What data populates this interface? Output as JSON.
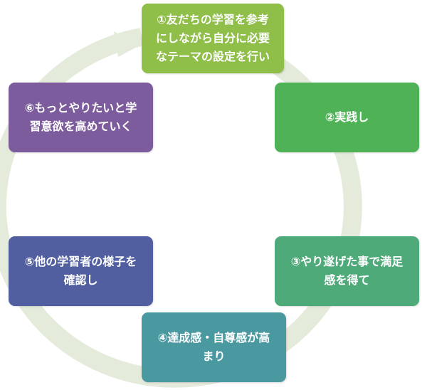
{
  "colors": {
    "ring": "#e4ebdb",
    "step1": "#8fbe49",
    "step2": "#4fb257",
    "step3": "#4faa7a",
    "step4": "#4a98a0",
    "step5": "#515fa0",
    "step6": "#7c5c9c"
  },
  "cycle": {
    "steps": [
      {
        "line1": "①友だちの学習を参考",
        "line2": "にしながら自分に必要",
        "line3": "なテーマの設定を行い"
      },
      {
        "line1": "②実践し"
      },
      {
        "line1": "③やり遂げた事で満足",
        "line2": "感を得て"
      },
      {
        "line1": "④達成感・自尊感が高",
        "line2": "まり"
      },
      {
        "line1": "⑤他の学習者の様子を",
        "line2": "確認し"
      },
      {
        "line1": "⑥もっとやりたいと学",
        "line2": "習意欲を高めていく"
      }
    ]
  }
}
